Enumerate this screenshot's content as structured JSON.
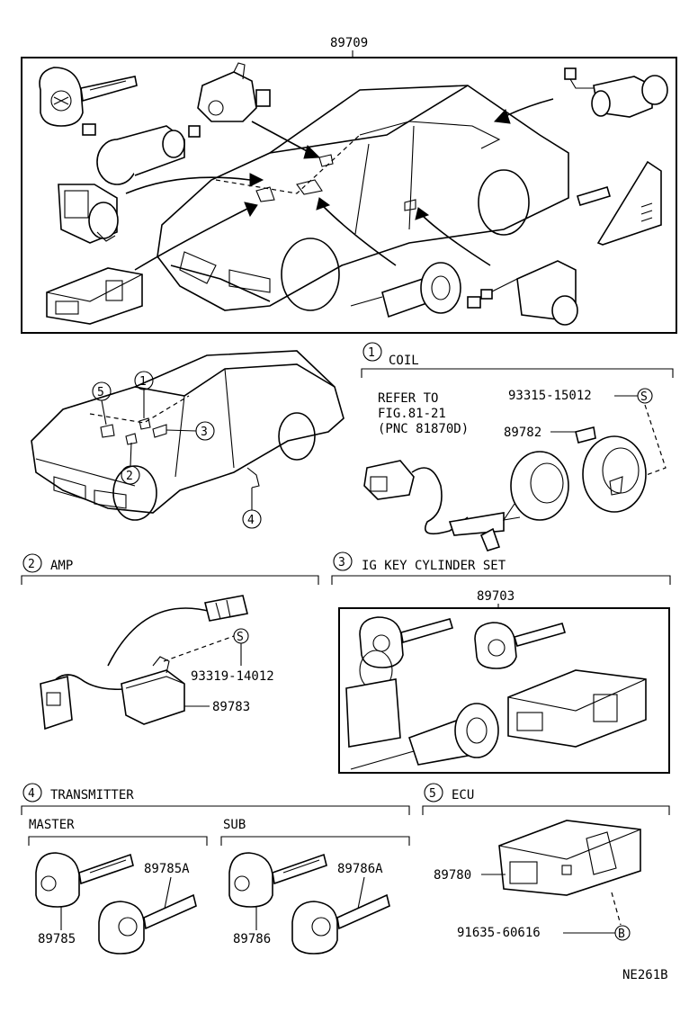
{
  "diagram_code": "NE261B",
  "overview": {
    "part_number": "89709"
  },
  "location": {
    "callouts": [
      "1",
      "2",
      "3",
      "4",
      "5"
    ]
  },
  "coil": {
    "index": "1",
    "title": "COIL",
    "refer_line1": "REFER TO",
    "refer_line2": "FIG.81-21",
    "refer_line3": "(PNC 81870D)",
    "screw_number": "93315-15012",
    "screw_symbol": "S",
    "coil_number": "89782"
  },
  "amp": {
    "index": "2",
    "title": "AMP",
    "screw_number": "93319-14012",
    "screw_symbol": "S",
    "amp_number": "89783"
  },
  "ig_key": {
    "index": "3",
    "title": "IG KEY CYLINDER SET",
    "set_number": "89703"
  },
  "transmitter": {
    "index": "4",
    "title": "TRANSMITTER",
    "master_label": "MASTER",
    "sub_label": "SUB",
    "master_key": "89785",
    "master_transmitter": "89785A",
    "sub_key": "89786",
    "sub_transmitter": "89786A"
  },
  "ecu": {
    "index": "5",
    "title": "ECU",
    "ecu_number": "89780",
    "bolt_number": "91635-60616",
    "bolt_symbol": "B"
  }
}
